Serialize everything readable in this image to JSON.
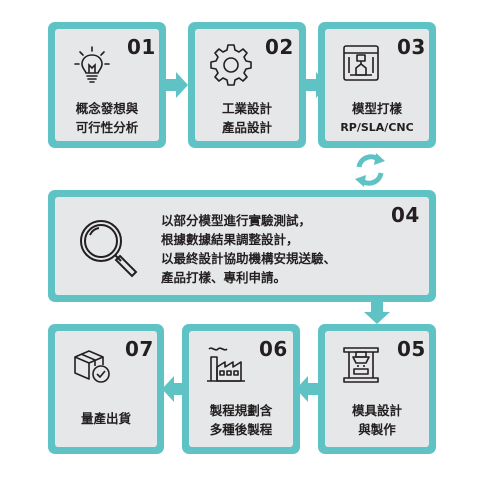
{
  "colors": {
    "accent": "#5fc3c6",
    "panel": "#e6e7e8",
    "ink": "#231f20"
  },
  "steps": [
    {
      "number": "01",
      "icon": "lightbulb-icon",
      "lines": [
        "概念發想與",
        "可行性分析"
      ]
    },
    {
      "number": "02",
      "icon": "gear-icon",
      "lines": [
        "工業設計",
        "產品設計"
      ]
    },
    {
      "number": "03",
      "icon": "3d-printer-icon",
      "lines": [
        "模型打樣",
        "RP/SLA/CNC"
      ]
    },
    {
      "number": "04",
      "icon": "magnifier-icon",
      "lines": [
        "以部分模型進行實驗測試，",
        "根據數據結果調整設計，",
        "以最終設計協助機構安規送驗、",
        "產品打樣、專利申請。"
      ]
    },
    {
      "number": "05",
      "icon": "mold-press-icon",
      "lines": [
        "模具設計",
        "與製作"
      ]
    },
    {
      "number": "06",
      "icon": "factory-icon",
      "lines": [
        "製程規劃含",
        "多種後製程"
      ]
    },
    {
      "number": "07",
      "icon": "shipping-box-icon",
      "lines": [
        "量產出貨"
      ]
    }
  ],
  "connectors": [
    "arrow-right",
    "arrow-right",
    "cycle-icon",
    "arrow-down",
    "arrow-left",
    "arrow-left"
  ]
}
